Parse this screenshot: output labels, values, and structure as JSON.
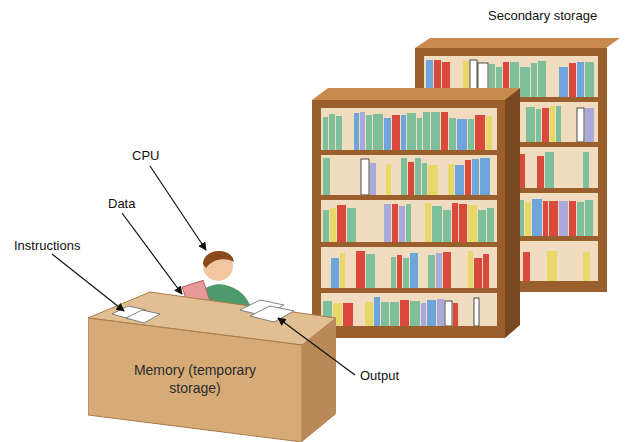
{
  "diagram": {
    "nodes": [
      {
        "text": [
          "Memory (temporary storage)"
        ]
      }
    ],
    "labels": [
      "Secondary storage",
      "CPU",
      "Data",
      "Instructions",
      "Output"
    ]
  }
}
